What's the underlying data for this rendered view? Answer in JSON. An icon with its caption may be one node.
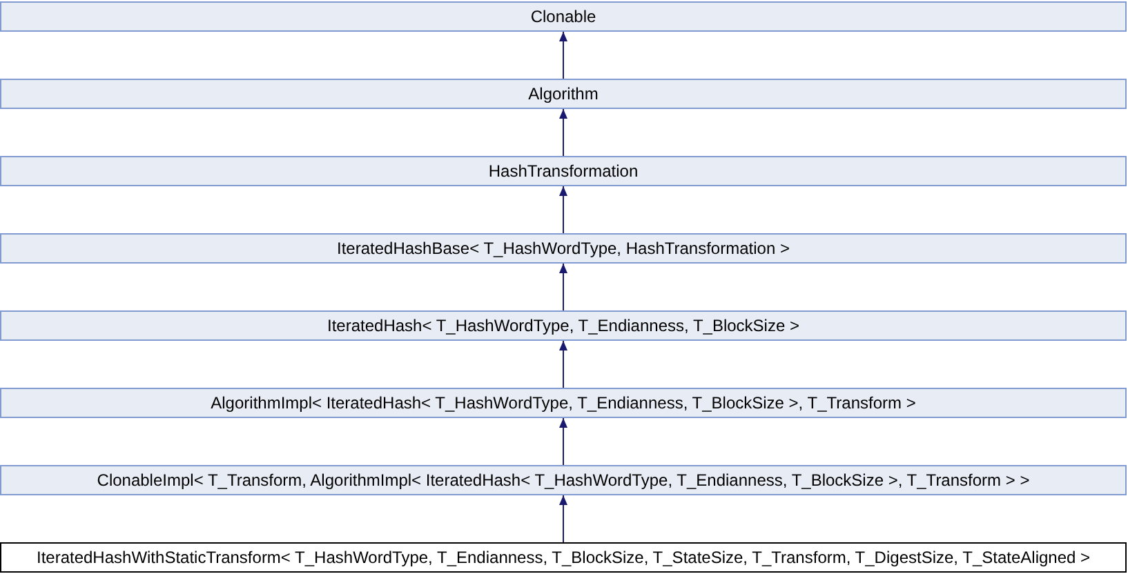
{
  "diagram": {
    "nodes": [
      {
        "text": [
          "Clonable"
        ]
      },
      {
        "text": [
          "Algorithm"
        ]
      },
      {
        "text": [
          "HashTransformation"
        ]
      },
      {
        "text": [
          "IteratedHashBase< T_HashWordType, HashTransformation >"
        ]
      },
      {
        "text": [
          "IteratedHash< T_HashWordType, T_Endianness, T_BlockSize >"
        ]
      },
      {
        "text": [
          "AlgorithmImpl< IteratedHash< T_HashWordType, T_Endianness, T_BlockSize >, T_Transform >"
        ]
      },
      {
        "text": [
          "ClonableImpl< T_Transform, AlgorithmImpl< IteratedHash< T_HashWordType, T_Endianness, T_BlockSize >, T_Transform > >"
        ]
      },
      {
        "text": [
          "IteratedHashWithStaticTransform< T_HashWordType, T_Endianness, T_BlockSize, T_StateSize, T_Transform, T_DigestSize, T_StateAligned >"
        ]
      }
    ],
    "edges": [
      {
        "from": 1,
        "to": 0,
        "arrow": "to"
      },
      {
        "from": 2,
        "to": 1,
        "arrow": "to"
      },
      {
        "from": 3,
        "to": 2,
        "arrow": "to"
      },
      {
        "from": 4,
        "to": 3,
        "arrow": "to"
      },
      {
        "from": 5,
        "to": 4,
        "arrow": "to"
      },
      {
        "from": 6,
        "to": 5,
        "arrow": "to"
      },
      {
        "from": 7,
        "to": 6,
        "arrow": "to"
      }
    ]
  }
}
